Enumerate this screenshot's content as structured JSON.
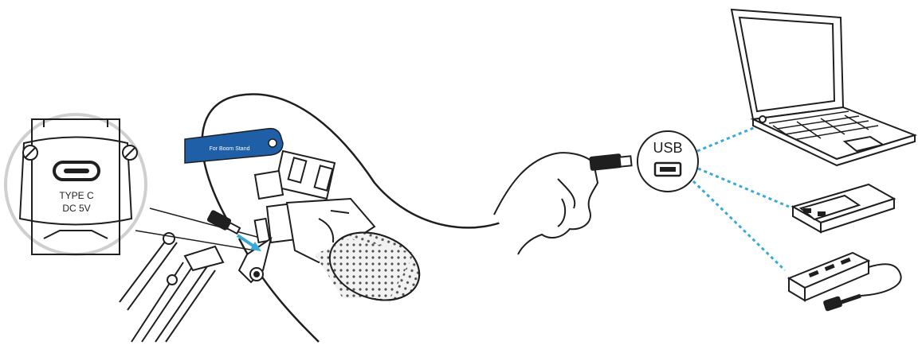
{
  "inset": {
    "line1": "TYPE C",
    "line2": "DC 5V"
  },
  "tag": {
    "label": "For Boom Stand"
  },
  "usb_hub": {
    "label": "USB"
  },
  "colors": {
    "stroke": "#1f1f1f",
    "tag_blue": "#1f5fa8",
    "accent_blue": "#3aa9d8",
    "grey_fill": "#d9d9d9",
    "mesh_fill": "#e8e8e8"
  },
  "icons": [
    "microphone-icon",
    "boom-arm-icon",
    "type-c-port-icon",
    "usb-a-port-icon",
    "laptop-icon",
    "power-bank-icon",
    "usb-charger-icon",
    "hand-icon",
    "arrow-icon"
  ]
}
